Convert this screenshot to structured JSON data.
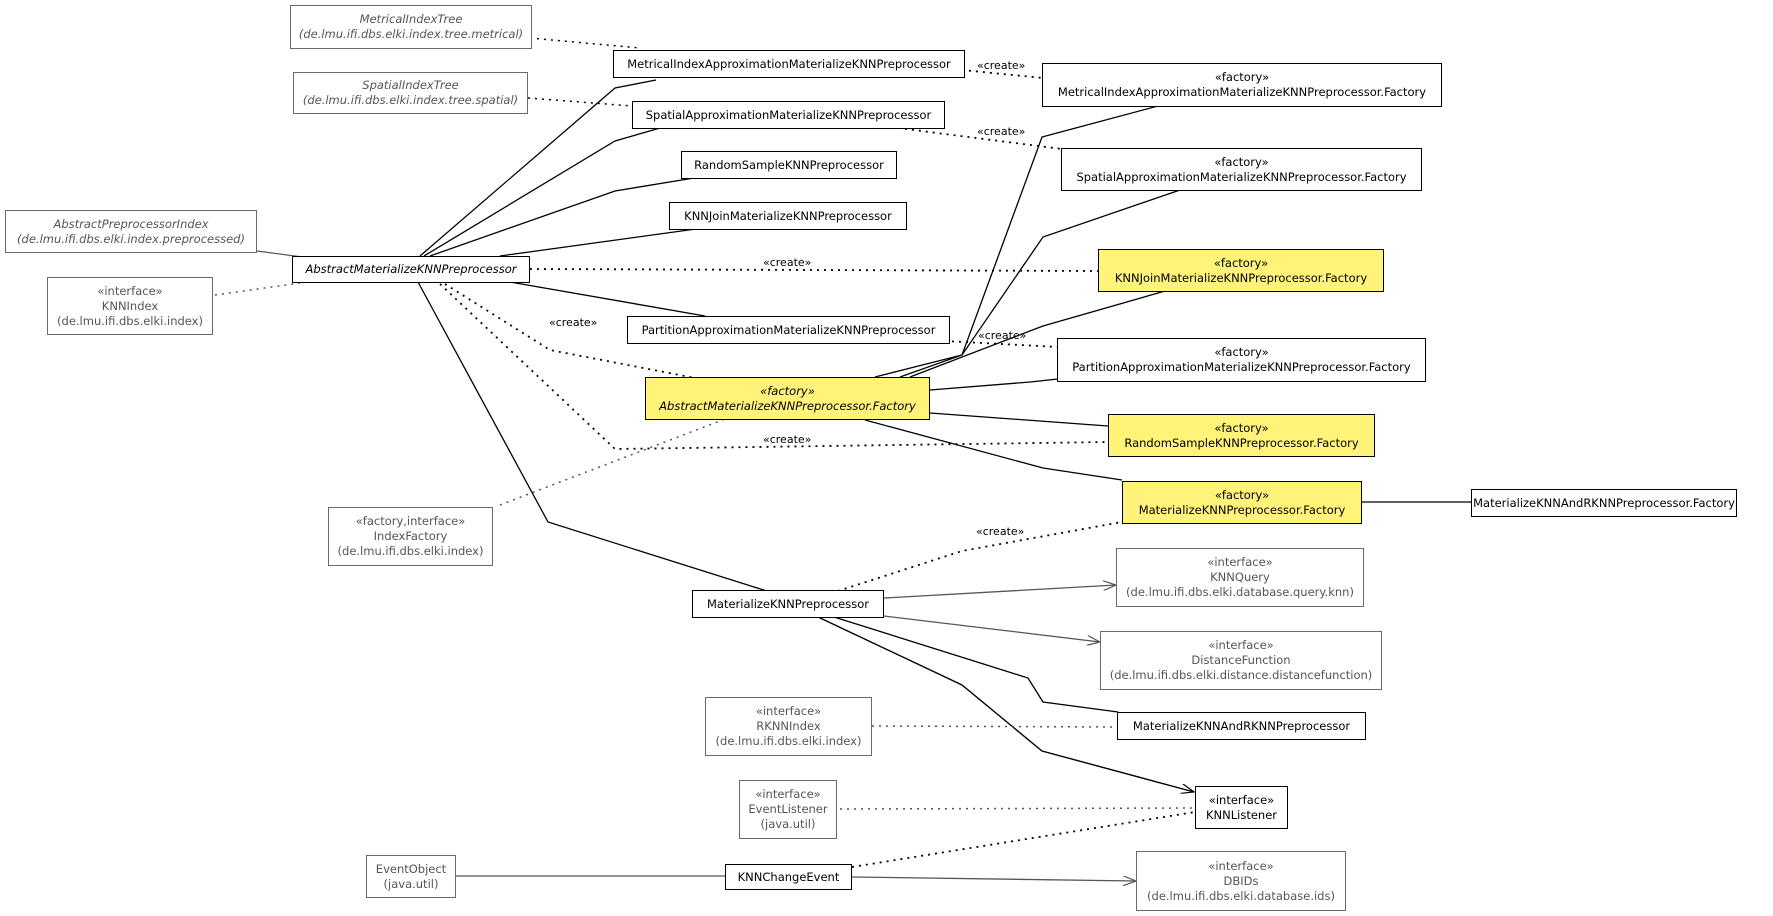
{
  "diagram": {
    "labels": {
      "create": "«create»"
    },
    "nodes": {
      "metricalTree": {
        "name": "MetricalIndexTree",
        "package": "(de.lmu.ifi.dbs.elki.index.tree.metrical)"
      },
      "spatialTree": {
        "name": "SpatialIndexTree",
        "package": "(de.lmu.ifi.dbs.elki.index.tree.spatial)"
      },
      "abstractPreprocessorIndex": {
        "name": "AbstractPreprocessorIndex",
        "package": "(de.lmu.ifi.dbs.elki.index.preprocessed)"
      },
      "knnIndex": {
        "stereotype": "«interface»",
        "name": "KNNIndex",
        "package": "(de.lmu.ifi.dbs.elki.index)"
      },
      "indexFactory": {
        "stereotype": "«factory,interface»",
        "name": "IndexFactory",
        "package": "(de.lmu.ifi.dbs.elki.index)"
      },
      "metricalApprox": {
        "name": "MetricalIndexApproximationMaterializeKNNPreprocessor"
      },
      "spatialApprox": {
        "name": "SpatialApproximationMaterializeKNNPreprocessor"
      },
      "randomSample": {
        "name": "RandomSampleKNNPreprocessor"
      },
      "knnJoin": {
        "name": "KNNJoinMaterializeKNNPreprocessor"
      },
      "abstractMaterialize": {
        "name": "AbstractMaterializeKNNPreprocessor"
      },
      "partitionApprox": {
        "name": "PartitionApproximationMaterializeKNNPreprocessor"
      },
      "abstractFactory": {
        "stereotype": "«factory»",
        "name": "AbstractMaterializeKNNPreprocessor.Factory"
      },
      "metricalFactory": {
        "stereotype": "«factory»",
        "name": "MetricalIndexApproximationMaterializeKNNPreprocessor.Factory"
      },
      "spatialFactory": {
        "stereotype": "«factory»",
        "name": "SpatialApproximationMaterializeKNNPreprocessor.Factory"
      },
      "knnJoinFactory": {
        "stereotype": "«factory»",
        "name": "KNNJoinMaterializeKNNPreprocessor.Factory"
      },
      "partitionFactory": {
        "stereotype": "«factory»",
        "name": "PartitionApproximationMaterializeKNNPreprocessor.Factory"
      },
      "randomFactory": {
        "stereotype": "«factory»",
        "name": "RandomSampleKNNPreprocessor.Factory"
      },
      "materializeFactory": {
        "stereotype": "«factory»",
        "name": "MaterializeKNNPreprocessor.Factory"
      },
      "knnRknnFactory": {
        "name": "MaterializeKNNAndRKNNPreprocessor.Factory"
      },
      "materialize": {
        "name": "MaterializeKNNPreprocessor"
      },
      "knnQuery": {
        "stereotype": "«interface»",
        "name": "KNNQuery",
        "package": "(de.lmu.ifi.dbs.elki.database.query.knn)"
      },
      "distanceFunction": {
        "stereotype": "«interface»",
        "name": "DistanceFunction",
        "package": "(de.lmu.ifi.dbs.elki.distance.distancefunction)"
      },
      "rknnIndex": {
        "stereotype": "«interface»",
        "name": "RKNNIndex",
        "package": "(de.lmu.ifi.dbs.elki.index)"
      },
      "knnRknn": {
        "name": "MaterializeKNNAndRKNNPreprocessor"
      },
      "eventListener": {
        "stereotype": "«interface»",
        "name": "EventListener",
        "package": "(java.util)"
      },
      "knnListener": {
        "stereotype": "«interface»",
        "name": "KNNListener"
      },
      "eventObject": {
        "name": "EventObject",
        "package": "(java.util)"
      },
      "knnChangeEvent": {
        "name": "KNNChangeEvent"
      },
      "dbids": {
        "stereotype": "«interface»",
        "name": "DBIDs",
        "package": "(de.lmu.ifi.dbs.elki.database.ids)"
      }
    },
    "colors": {
      "highlight": "#fff37a",
      "externalBorder": "#6a6a6a",
      "externalText": "#555555",
      "edge": "#000000",
      "externalEdge": "#555555"
    }
  }
}
